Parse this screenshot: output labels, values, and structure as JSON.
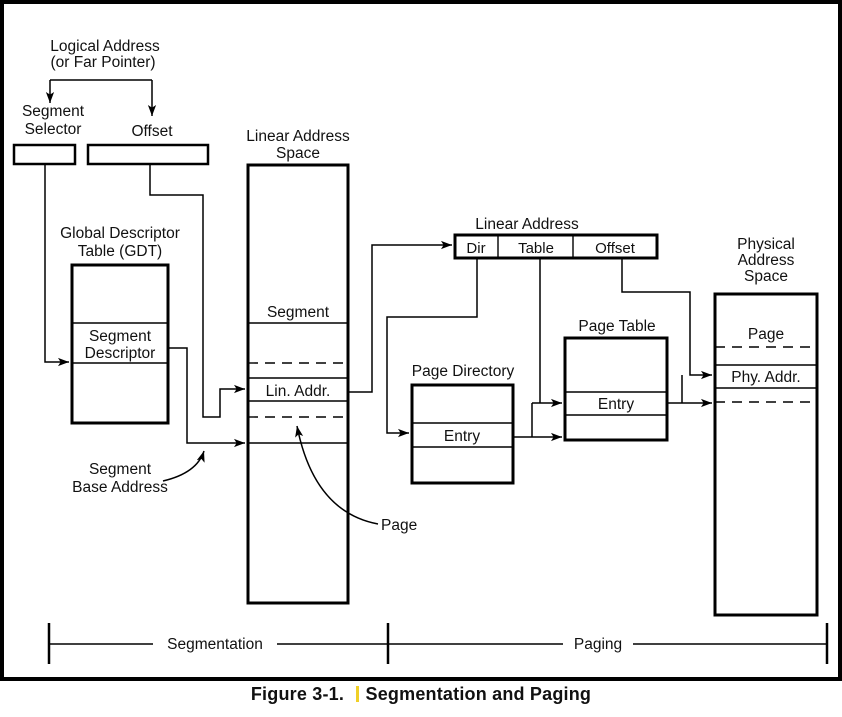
{
  "diagram": {
    "logical_address": {
      "line1": "Logical Address",
      "line2": "(or Far Pointer)"
    },
    "segment_selector": {
      "line1": "Segment",
      "line2": "Selector"
    },
    "offset_label": "Offset",
    "gdt": {
      "line1": "Global Descriptor",
      "line2": "Table (GDT)"
    },
    "segment_descriptor": {
      "line1": "Segment",
      "line2": "Descriptor"
    },
    "linear_address_space": {
      "line1": "Linear Address",
      "line2": "Space"
    },
    "segment_row": "Segment",
    "lin_addr_row": "Lin. Addr.",
    "segment_base_address": {
      "line1": "Segment",
      "line2": "Base Address"
    },
    "page_callout": "Page",
    "linear_address": {
      "title": "Linear Address",
      "dir": "Dir",
      "table": "Table",
      "offset": "Offset"
    },
    "page_directory": {
      "title": "Page Directory",
      "entry": "Entry"
    },
    "page_table": {
      "title": "Page Table",
      "entry": "Entry"
    },
    "physical_address_space": {
      "line1": "Physical",
      "line2": "Address",
      "line3": "Space"
    },
    "page_row": "Page",
    "phy_addr_row": "Phy. Addr.",
    "segmentation_label": "Segmentation",
    "paging_label": "Paging"
  },
  "caption": {
    "prefix": "Figure 3-1.",
    "title": "Segmentation and Paging"
  },
  "colors": {
    "line": "#000000",
    "text": "#111111",
    "background": "#ffffff",
    "highlight_mark": "#f0d028"
  }
}
